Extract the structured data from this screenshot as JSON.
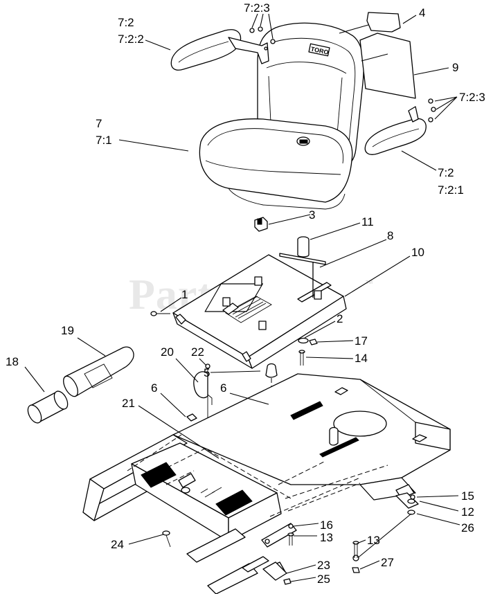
{
  "watermark": {
    "text": "PartsTree",
    "trademark": "TM"
  },
  "seat_brand": "TORO",
  "callouts": [
    {
      "id": "c-7-2-3-top",
      "label": "7:2:3"
    },
    {
      "id": "c-7-2-a",
      "label": "7:2"
    },
    {
      "id": "c-7-2-2",
      "label": "7:2:2"
    },
    {
      "id": "c-4",
      "label": "4"
    },
    {
      "id": "c-9",
      "label": "9"
    },
    {
      "id": "c-7-2-3-right",
      "label": "7:2:3"
    },
    {
      "id": "c-7",
      "label": "7"
    },
    {
      "id": "c-7-1",
      "label": "7:1"
    },
    {
      "id": "c-7-2-b",
      "label": "7:2"
    },
    {
      "id": "c-7-2-1",
      "label": "7:2:1"
    },
    {
      "id": "c-3",
      "label": "3"
    },
    {
      "id": "c-11",
      "label": "11"
    },
    {
      "id": "c-8",
      "label": "8"
    },
    {
      "id": "c-10",
      "label": "10"
    },
    {
      "id": "c-1",
      "label": "1"
    },
    {
      "id": "c-2",
      "label": "2"
    },
    {
      "id": "c-19",
      "label": "19"
    },
    {
      "id": "c-17",
      "label": "17"
    },
    {
      "id": "c-20",
      "label": "20"
    },
    {
      "id": "c-22",
      "label": "22"
    },
    {
      "id": "c-14",
      "label": "14"
    },
    {
      "id": "c-18",
      "label": "18"
    },
    {
      "id": "c-5",
      "label": "5"
    },
    {
      "id": "c-6-left",
      "label": "6"
    },
    {
      "id": "c-6-right",
      "label": "6"
    },
    {
      "id": "c-21",
      "label": "21"
    },
    {
      "id": "c-15",
      "label": "15"
    },
    {
      "id": "c-12",
      "label": "12"
    },
    {
      "id": "c-26",
      "label": "26"
    },
    {
      "id": "c-16",
      "label": "16"
    },
    {
      "id": "c-13-a",
      "label": "13"
    },
    {
      "id": "c-13-b",
      "label": "13"
    },
    {
      "id": "c-24",
      "label": "24"
    },
    {
      "id": "c-23",
      "label": "23"
    },
    {
      "id": "c-27",
      "label": "27"
    },
    {
      "id": "c-25",
      "label": "25"
    }
  ]
}
